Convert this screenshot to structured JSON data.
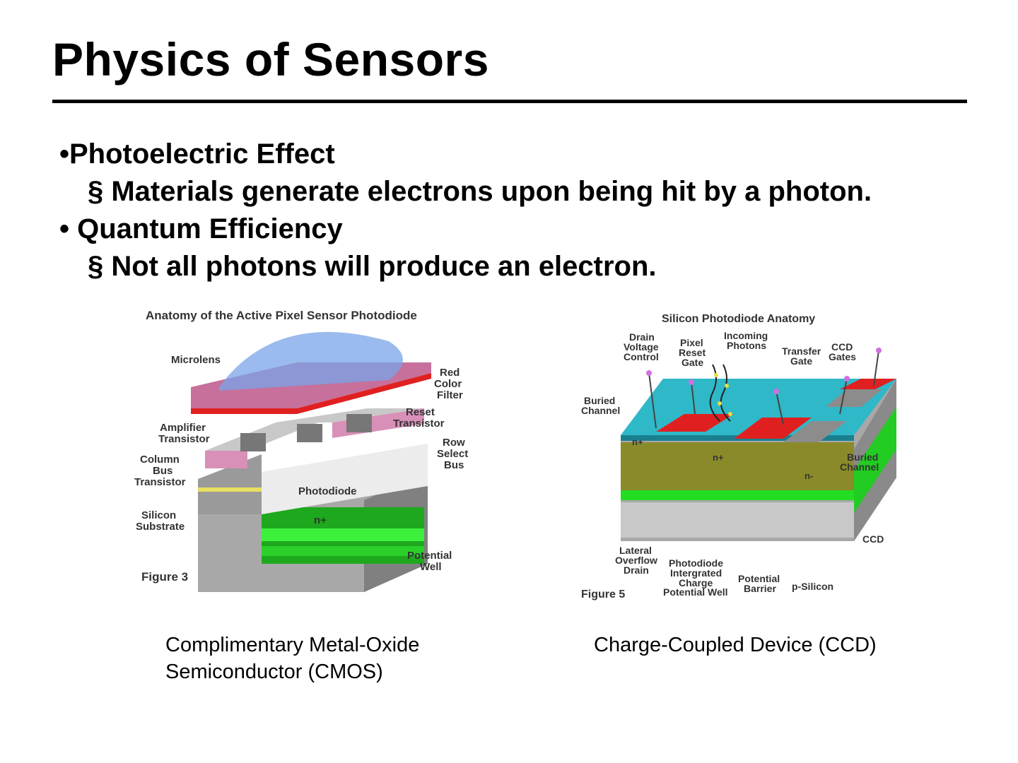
{
  "title": "Physics of Sensors",
  "bullets": [
    {
      "text": "•Photoelectric Effect",
      "sub": "§ Materials generate electrons upon being hit by a photon."
    },
    {
      "text": "• Quantum Efficiency",
      "sub": "§ Not all photons will produce an electron."
    }
  ],
  "figures": {
    "cmos": {
      "heading": "Anatomy of the Active Pixel Sensor Photodiode",
      "labels": {
        "microlens": "Microlens",
        "red_filter": [
          "Red",
          "Color",
          "Filter"
        ],
        "reset": [
          "Reset",
          "Transistor"
        ],
        "amplifier": [
          "Amplifier",
          "Transistor"
        ],
        "row_select": [
          "Row",
          "Select",
          "Bus"
        ],
        "column_bus": [
          "Column",
          "Bus",
          "Transistor"
        ],
        "photodiode": "Photodiode",
        "n_plus": "n+",
        "substrate": [
          "Silicon",
          "Substrate"
        ],
        "potential_well": [
          "Potential",
          "Well"
        ],
        "figure": "Figure 3"
      },
      "caption_line1": "Complimentary Metal-Oxide",
      "caption_line2": "Semiconductor (CMOS)"
    },
    "ccd": {
      "heading": "Silicon Photodiode Anatomy",
      "labels": {
        "drain": [
          "Drain",
          "Voltage",
          "Control"
        ],
        "pixel_reset": [
          "Pixel",
          "Reset",
          "Gate"
        ],
        "incoming": [
          "Incoming",
          "Photons"
        ],
        "transfer": [
          "Transfer",
          "Gate"
        ],
        "ccd_gates": [
          "CCD",
          "Gates"
        ],
        "buried_left": [
          "Buried",
          "Channel"
        ],
        "buried_right": [
          "Buried",
          "Channel"
        ],
        "n_plus_1": "n+",
        "n_plus_2": "n+",
        "n_minus": "n-",
        "ccd": "CCD",
        "lateral": [
          "Lateral",
          "Overflow",
          "Drain"
        ],
        "photodiode_charge": [
          "Photodiode",
          "Intergrated",
          "Charge",
          "Potential Well"
        ],
        "barrier": [
          "Potential",
          "Barrier"
        ],
        "psilicon": "p-Silicon",
        "figure": "Figure 5"
      },
      "caption": "Charge-Coupled Device (CCD)"
    }
  },
  "colors": {
    "red": "#e02020",
    "cyan": "#2fb8c8",
    "green": "#22dd22",
    "gray": "#9a9a9a",
    "olive": "#8a8a2a",
    "lens": "#7aa4e8"
  }
}
